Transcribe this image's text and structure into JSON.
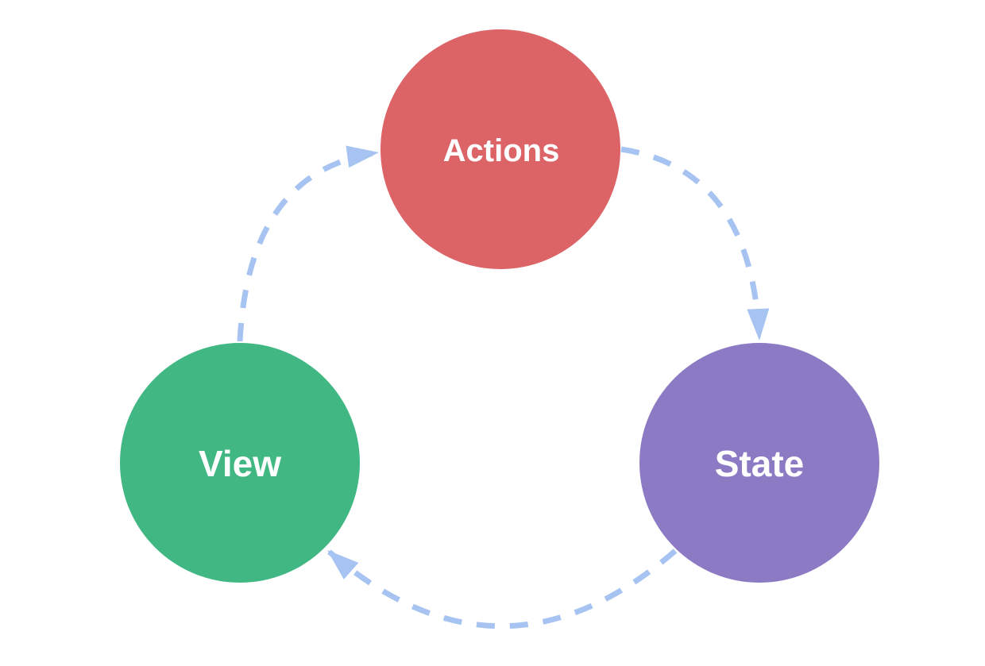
{
  "diagram": {
    "type": "cycle-flow-diagram",
    "background": "#FFFFFF",
    "arrow_color": "#A6C3F1",
    "label_color": "#FFFFFF",
    "nodes": [
      {
        "id": "actions",
        "label": "Actions",
        "color": "#DC6467"
      },
      {
        "id": "state",
        "label": "State",
        "color": "#8C7BC4"
      },
      {
        "id": "view",
        "label": "View",
        "color": "#41B883"
      }
    ],
    "edges": [
      {
        "from": "view",
        "to": "actions"
      },
      {
        "from": "actions",
        "to": "state"
      },
      {
        "from": "state",
        "to": "view"
      }
    ]
  }
}
